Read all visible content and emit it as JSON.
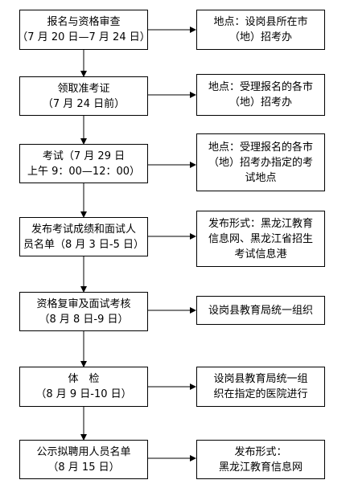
{
  "steps": [
    {
      "line1": "报名与资格审查",
      "line2": "（7 月 20 日—7 月 24 日）",
      "note1": "地点：设岗县所在市",
      "note2": "（地）招考办",
      "note3": ""
    },
    {
      "line1": "领取准考证",
      "line2": "（7 月 24 日前）",
      "note1": "地点：受理报名的各市",
      "note2": "（地）招考办",
      "note3": ""
    },
    {
      "line1": "考试（7 月 29 日",
      "line2": "上午 9：00—12：00）",
      "note1": "地点：受理报名的各市",
      "note2": "（地）招考办指定的考",
      "note3": "试地点"
    },
    {
      "line1": "发布考试成绩和面试人",
      "line2": "员名单（8 月 3 日-5 日）",
      "note1": "发布形式：黑龙江教育",
      "note2": "信息网、黑龙江省招生",
      "note3": "考试信息港"
    },
    {
      "line1": "资格复审及面试考核",
      "line2": "（8 月 8 日-9 日）",
      "note1": "设岗县教育局统一组织",
      "note2": "",
      "note3": ""
    },
    {
      "line1": "体　检",
      "line2": "（8 月 9 日-10 日）",
      "note1": "设岗县教育局统一组",
      "note2": "织在指定的医院进行",
      "note3": ""
    },
    {
      "line1": "公示拟聘用人员名单",
      "line2": "（8 月 15 日）",
      "note1": "发布形式：",
      "note2": "黑龙江教育信息网",
      "note3": ""
    }
  ]
}
